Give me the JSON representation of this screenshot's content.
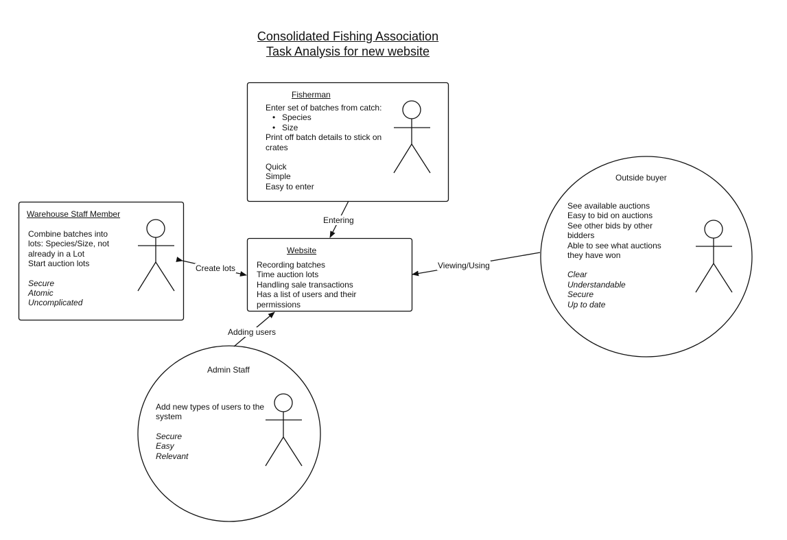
{
  "title": {
    "line1": "Consolidated Fishing Association",
    "line2": "Task Analysis for new website"
  },
  "nodes": {
    "fisherman": {
      "heading": "Fisherman",
      "intro": "Enter set of batches from catch:",
      "bullets": [
        "Species",
        "Size"
      ],
      "print_line1": "Print off batch details to stick on",
      "print_line2": "crates",
      "qualities": [
        "Quick",
        "Simple",
        "Easy to enter"
      ]
    },
    "warehouse": {
      "heading": "Warehouse Staff Member",
      "tasks": [
        "Combine batches into",
        "lots: Species/Size, not",
        "already in a Lot",
        "Start auction lots"
      ],
      "qualities": [
        "Secure",
        "Atomic",
        "Uncomplicated"
      ]
    },
    "website": {
      "heading": "Website",
      "items": [
        "Recording batches",
        "Time auction lots",
        "Handling sale transactions",
        "Has a list of users and their",
        "permissions"
      ]
    },
    "admin": {
      "heading": "Admin Staff",
      "tasks": [
        "Add new types of users to the",
        "system"
      ],
      "qualities": [
        "Secure",
        "Easy",
        "Relevant"
      ]
    },
    "buyer": {
      "heading": "Outside buyer",
      "tasks": [
        "See available auctions",
        "Easy to bid on auctions",
        "See other bids by other",
        "bidders",
        "Able to see what auctions",
        "they have won"
      ],
      "qualities": [
        "Clear",
        "Understandable",
        "Secure",
        "Up to date"
      ]
    }
  },
  "edges": {
    "entering": "Entering",
    "create_lots": "Create lots",
    "adding_users": "Adding users",
    "viewing_using": "Viewing/Using"
  },
  "colors": {
    "stroke": "#111111",
    "background": "#ffffff"
  }
}
